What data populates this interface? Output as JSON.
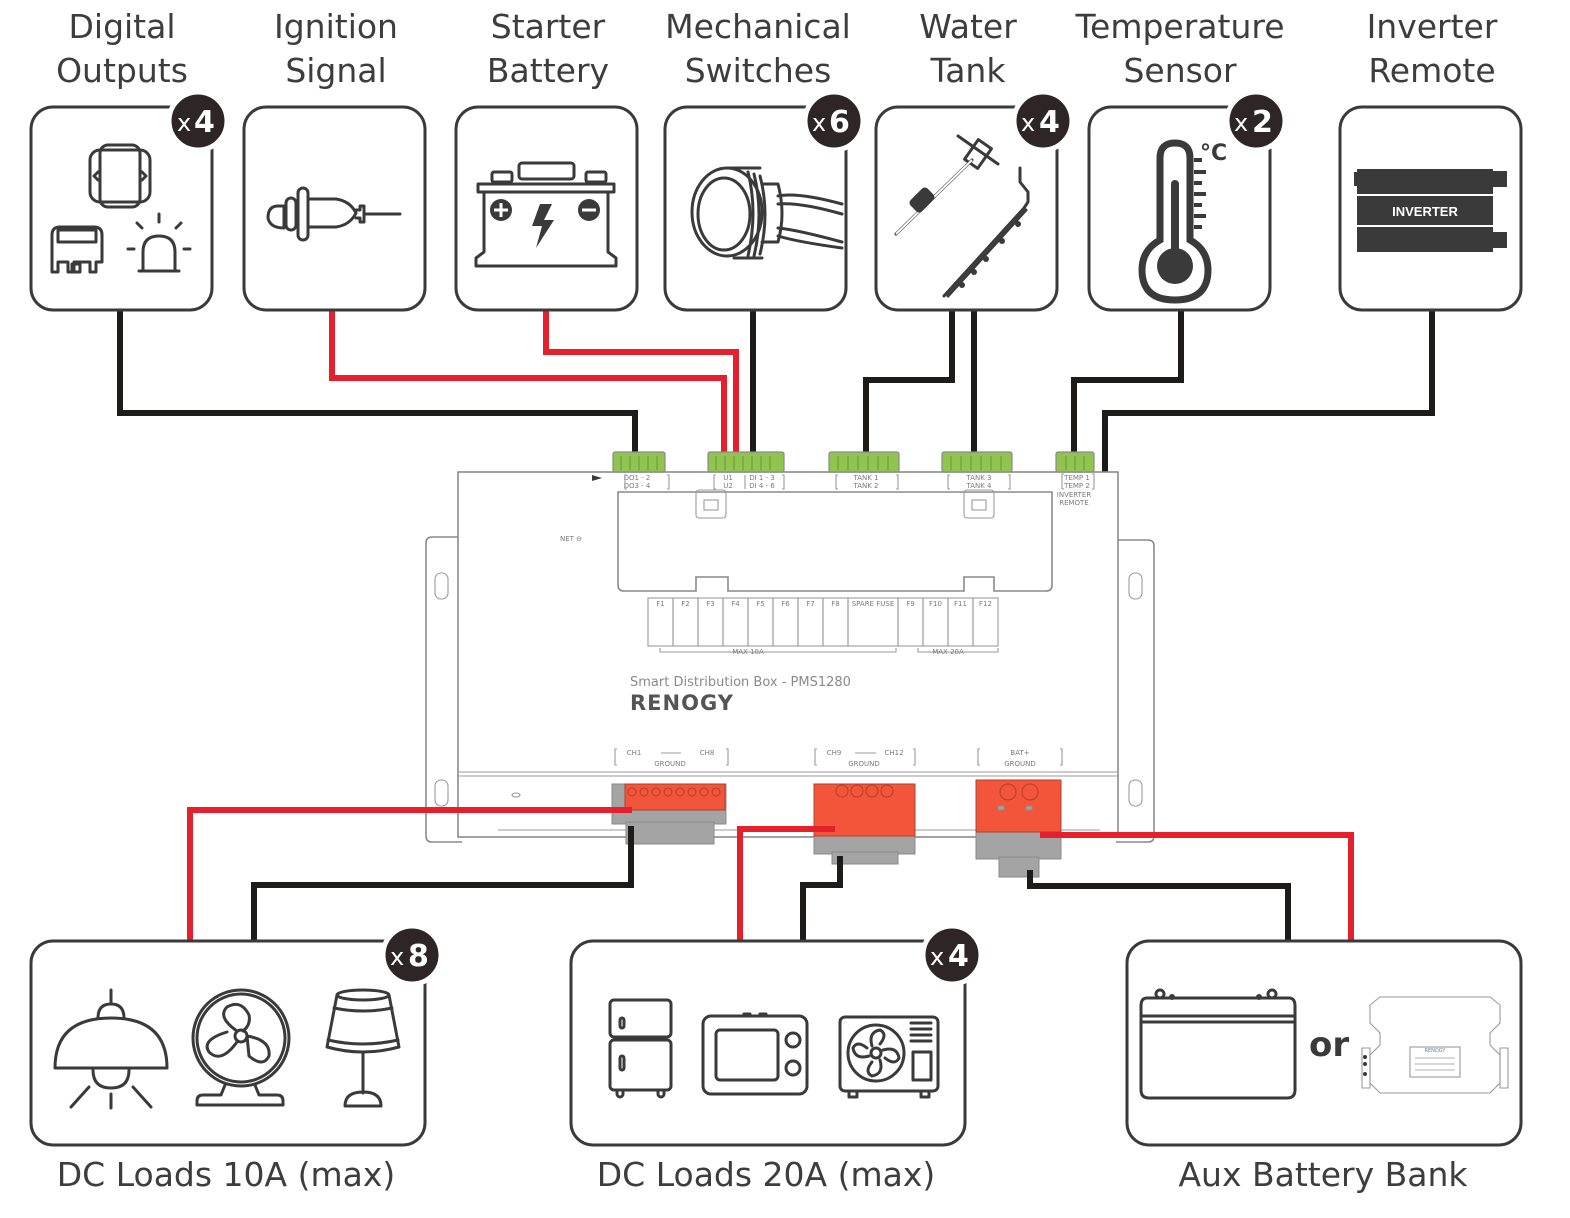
{
  "title": "Renogy Smart Distribution Box wiring diagram",
  "inputs": [
    {
      "label_line1": "Digital",
      "label_line2": "Outputs",
      "qty_prefix": "x",
      "qty": "4",
      "icon": "relay-beacon-icon",
      "wire": "black"
    },
    {
      "label_line1": "Ignition",
      "label_line2": "Signal",
      "qty_prefix": "",
      "qty": "",
      "icon": "ignition-key-icon",
      "wire": "red"
    },
    {
      "label_line1": "Starter",
      "label_line2": "Battery",
      "qty_prefix": "",
      "qty": "",
      "icon": "car-battery-icon",
      "wire": "red"
    },
    {
      "label_line1": "Mechanical",
      "label_line2": "Switches",
      "qty_prefix": "x",
      "qty": "6",
      "icon": "push-button-switch-icon",
      "wire": "black"
    },
    {
      "label_line1": "Water",
      "label_line2": "Tank",
      "qty_prefix": "x",
      "qty": "4",
      "icon": "tank-level-sensor-icon",
      "wire": "black"
    },
    {
      "label_line1": "Temperature",
      "label_line2": "Sensor",
      "qty_prefix": "x",
      "qty": "2",
      "icon": "thermometer-icon",
      "wire": "black"
    },
    {
      "label_line1": "Inverter",
      "label_line2": "Remote",
      "qty_prefix": "",
      "qty": "",
      "icon": "inverter-icon",
      "wire": "black"
    }
  ],
  "inverter_text": "INVERTER",
  "thermo_unit": "°C",
  "device": {
    "model": "Smart Distribution Box - PMS1280",
    "brand": "RENOGY",
    "net_label": "NET ⊖",
    "top_ports": [
      {
        "line1": "DO1 - 2",
        "line2": "DO3 - 4"
      },
      {
        "line1": "U1",
        "line2": "U2"
      },
      {
        "line1": "DI 1 - 3",
        "line2": "DI 4 - 6"
      },
      {
        "line1": "TANK 1",
        "line2": "TANK 2"
      },
      {
        "line1": "TANK 3",
        "line2": "TANK 4"
      },
      {
        "line1": "TEMP 1",
        "line2": "TEMP 2"
      }
    ],
    "inverter_remote_line1": "INVERTER",
    "inverter_remote_line2": "REMOTE",
    "fuses": [
      "F1",
      "F2",
      "F3",
      "F4",
      "F5",
      "F6",
      "F7",
      "F8",
      "SPARE FUSE",
      "F9",
      "F10",
      "F11",
      "F12"
    ],
    "fuse_group_10": "MAX 10A",
    "fuse_group_20": "MAX 20A",
    "bottom_ports": [
      {
        "left": "CH1",
        "right": "CH8",
        "sub": "GROUND"
      },
      {
        "left": "CH9",
        "right": "CH12",
        "sub": "GROUND"
      },
      {
        "left": "BAT+",
        "right": "",
        "sub": "GROUND"
      }
    ]
  },
  "outputs": [
    {
      "label": "DC Loads 10A (max)",
      "qty_prefix": "x",
      "qty": "8",
      "icons": [
        "pendant-lamp-icon",
        "desk-fan-icon",
        "table-lamp-icon"
      ]
    },
    {
      "label": "DC Loads 20A (max)",
      "qty_prefix": "x",
      "qty": "4",
      "icons": [
        "refrigerator-icon",
        "microwave-icon",
        "ac-outdoor-unit-icon"
      ]
    },
    {
      "label": "Aux Battery Bank",
      "qty_prefix": "",
      "qty": "",
      "icons": [
        "aux-battery-icon",
        "battery-monitor-icon"
      ],
      "or_text": "or"
    }
  ],
  "colors": {
    "positive_wire": "#e3202b",
    "negative_wire": "#1e1b1b",
    "signal_connector": "#8fc44f",
    "power_terminal": "#f2553a",
    "badge": "#2e2626"
  }
}
